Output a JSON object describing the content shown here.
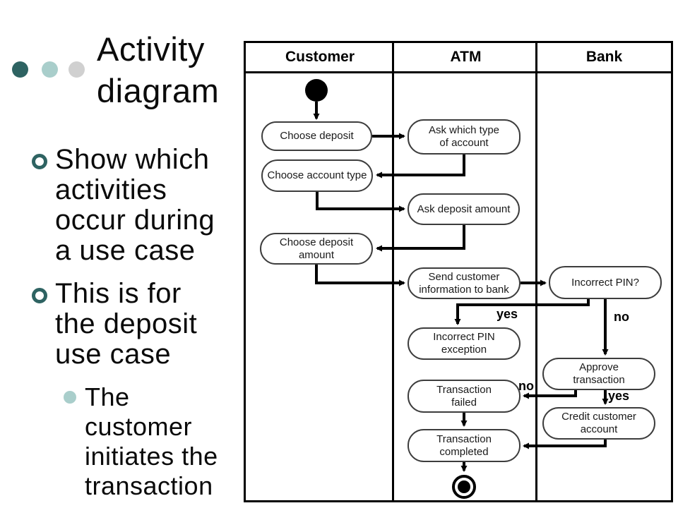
{
  "slide": {
    "title": "Activity diagram",
    "bullets": [
      {
        "level": 1,
        "text": "Show which activities occur during a use case"
      },
      {
        "level": 1,
        "text": "This is for the deposit use case"
      },
      {
        "level": 2,
        "text": "The customer initiates the transaction"
      }
    ]
  },
  "diagram": {
    "lanes": [
      {
        "label": "Customer"
      },
      {
        "label": "ATM"
      },
      {
        "label": "Bank"
      }
    ],
    "nodes": {
      "choose_deposit": "Choose deposit",
      "ask_which_type": "Ask which type of account",
      "choose_account_type": "Choose account type",
      "ask_deposit_amount": "Ask deposit amount",
      "choose_deposit_amount": "Choose deposit amount",
      "send_customer_info": "Send customer information to bank",
      "incorrect_pin": "Incorrect PIN?",
      "incorrect_pin_exception": "Incorrect PIN exception",
      "approve_transaction": "Approve transaction",
      "transaction_failed": "Transaction failed",
      "credit_customer_account": "Credit customer account",
      "transaction_completed": "Transaction completed"
    },
    "edge_labels": {
      "incorrect_pin_yes": "yes",
      "incorrect_pin_no": "no",
      "approve_no": "no",
      "approve_yes": "yes"
    }
  },
  "colors": {
    "decor_dark_teal": "#2E6362",
    "decor_light_teal": "#A9CECB",
    "decor_gray": "#D0D0D0",
    "bullet_ring_teal": "#2E6362",
    "sub_bullet_fill": "#A9CECB",
    "line_black": "#000000"
  }
}
